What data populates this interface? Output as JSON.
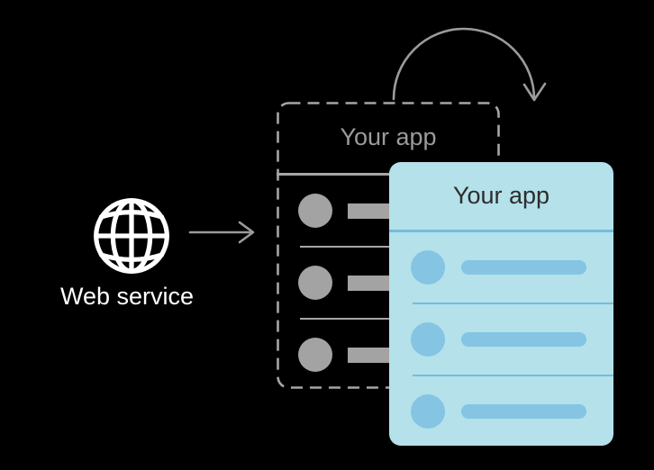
{
  "figure": {
    "type": "diagram",
    "background_color": "#000000",
    "description_elements": [
      "web-service-node",
      "request-arrow",
      "ghost-app-card",
      "app-card",
      "refresh-arrow"
    ]
  },
  "web_service": {
    "label": "Web service",
    "icon": "globe-icon",
    "icon_color": "#ffffff",
    "label_color": "#ffffff"
  },
  "flow": {
    "request_arrow_icon": "arrow-right-icon",
    "refresh_arrow_icon": "curved-refresh-arrow-icon",
    "arrow_color": "#9b9b9b"
  },
  "ghost_card": {
    "title": "Your app",
    "style": "dashed-outline",
    "row_count": 3,
    "border_color": "#a6a6a6",
    "title_color": "#9b9b9b",
    "content_color": "#a3a3a3"
  },
  "app_card": {
    "title": "Your app",
    "row_count": 3,
    "background_color": "#b4e1ea",
    "accent_color": "#85c4e3",
    "divider_color": "#74bdde",
    "title_color": "#2d2d2d"
  }
}
